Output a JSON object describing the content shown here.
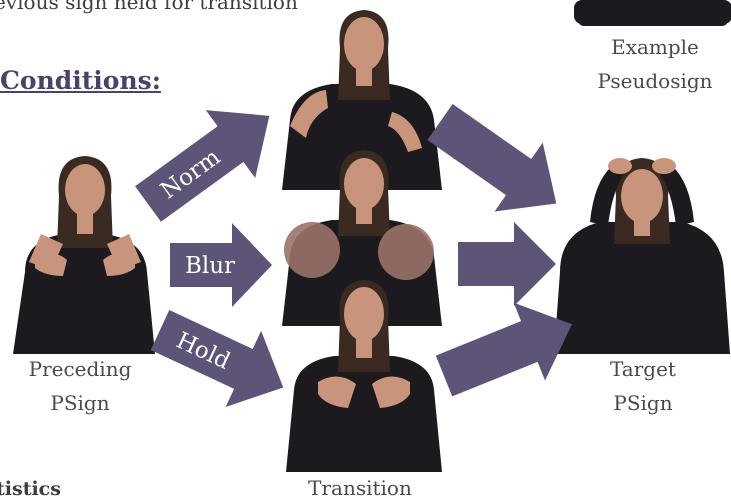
{
  "header_text": "evious sign held for transition",
  "conditions_heading": "Conditions:",
  "statistics_heading": "tistics",
  "labels": {
    "example_line1": "Example",
    "example_line2": "Pseudosign",
    "preceding_line1": "Preceding",
    "preceding_line2": "PSign",
    "target_line1": "Target",
    "target_line2": "PSign",
    "transition": "Transition"
  },
  "conditions": [
    {
      "label": "Norm"
    },
    {
      "label": "Blur"
    },
    {
      "label": "Hold"
    }
  ],
  "colors": {
    "arrow": "#5e5478",
    "shirt": "#1c1a1f",
    "skin": "#c8957c",
    "hair": "#3a2a22",
    "blur": "#9a7268"
  }
}
